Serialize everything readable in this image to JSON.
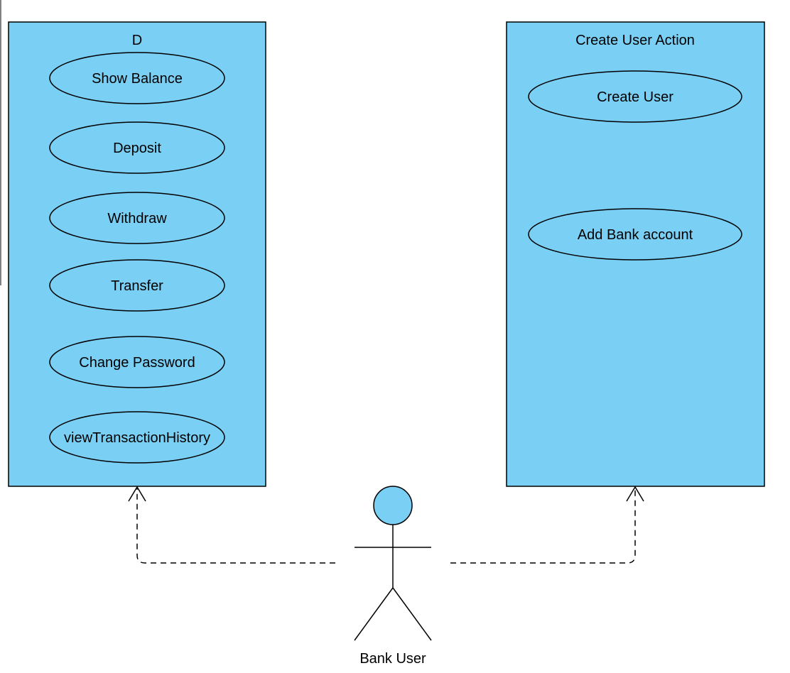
{
  "colors": {
    "box_fill": "#7ACFF5",
    "stroke": "#000000",
    "background": "#ffffff"
  },
  "left_box": {
    "title": "D",
    "use_cases": [
      {
        "label": "Show Balance"
      },
      {
        "label": "Deposit"
      },
      {
        "label": "Withdraw"
      },
      {
        "label": "Transfer"
      },
      {
        "label": "Change Password"
      },
      {
        "label": "viewTransactionHistory"
      }
    ]
  },
  "right_box": {
    "title": "Create User Action",
    "use_cases": [
      {
        "label": "Create User"
      },
      {
        "label": "Add Bank account"
      }
    ]
  },
  "actor": {
    "label": "Bank User"
  }
}
